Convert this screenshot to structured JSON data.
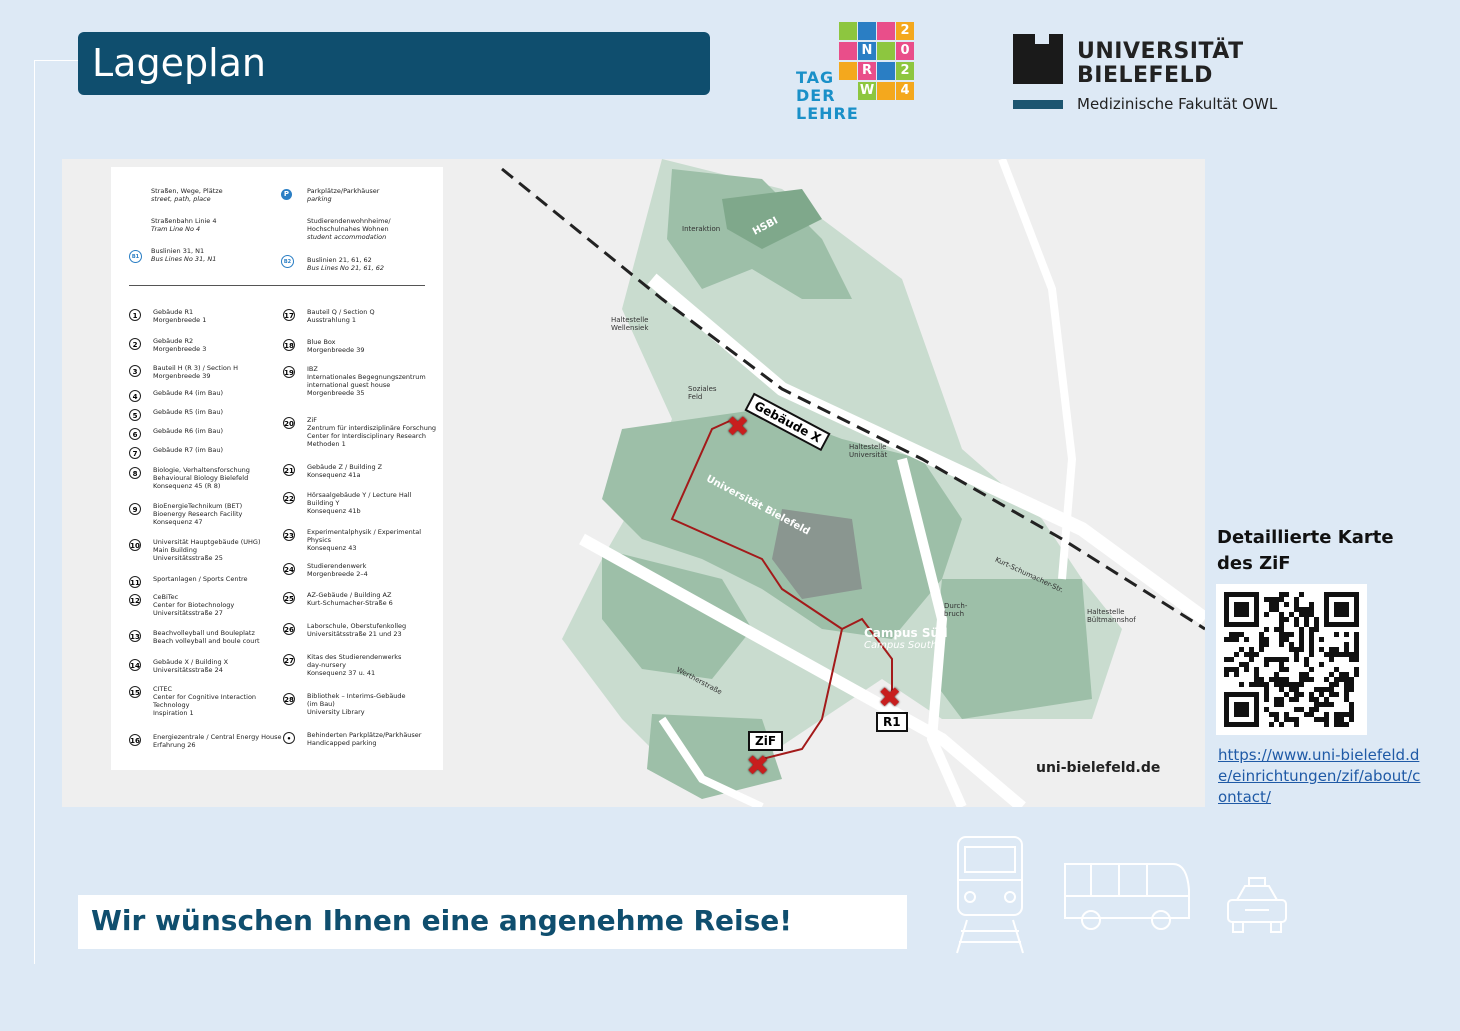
{
  "header": {
    "title": "Lageplan",
    "event_logo": {
      "words": [
        "TAG",
        "DER",
        "LEHRE"
      ],
      "tiles": [
        "N",
        "R",
        "W",
        "2",
        "0",
        "2",
        "4"
      ]
    },
    "university": {
      "name_line1": "UNIVERSITÄT",
      "name_line2": "BIELEFELD",
      "faculty": "Medizinische Fakultät OWL"
    }
  },
  "legend": {
    "top": [
      {
        "label": "Straßen, Wege, Plätze",
        "label_en": "street, path, place"
      },
      {
        "label": "Straßenbahn Linie 4",
        "label_en": "Tram Line No 4"
      },
      {
        "label": "Buslinien 31, N1",
        "label_en": "Bus Lines No 31, N1",
        "badge": "B1"
      },
      {
        "label": "Parkplätze/Parkhäuser",
        "label_en": "parking",
        "badge": "P"
      },
      {
        "label": "Studierendenwohnheime/ Hochschulnahes Wohnen",
        "label_en": "student accommodation"
      },
      {
        "label": "Buslinien 21, 61, 62",
        "label_en": "Bus Lines No 21, 61, 62",
        "badge": "B2"
      }
    ],
    "left": [
      {
        "n": "1",
        "t": "Gebäude R1",
        "s": "Morgenbreede 1"
      },
      {
        "n": "2",
        "t": "Gebäude R2",
        "s": "Morgenbreede 3"
      },
      {
        "n": "3",
        "t": "Bauteil H (R 3) / Section H",
        "s": "Morgenbreede 39"
      },
      {
        "n": "4",
        "t": "Gebäude R4 (im Bau)",
        "s": ""
      },
      {
        "n": "5",
        "t": "Gebäude R5 (im Bau)",
        "s": ""
      },
      {
        "n": "6",
        "t": "Gebäude R6 (im Bau)",
        "s": ""
      },
      {
        "n": "7",
        "t": "Gebäude R7 (im Bau)",
        "s": ""
      },
      {
        "n": "8",
        "t": "Biologie, Verhaltensforschung",
        "s": "Behavioural Biology Bielefeld",
        "s2": "Konsequenz 45 (R 8)"
      },
      {
        "n": "9",
        "t": "BioEnergieTechnikum (BET)",
        "s": "Bioenergy Research Facility",
        "s2": "Konsequenz 47"
      },
      {
        "n": "10",
        "t": "Universität Hauptgebäude (UHG)",
        "s": "Main Building",
        "s2": "Universitätsstraße 25"
      },
      {
        "n": "11",
        "t": "Sportanlagen / Sports Centre",
        "s": ""
      },
      {
        "n": "12",
        "t": "CeBiTec",
        "s": "Center for Biotechnology",
        "s2": "Universitätsstraße 27"
      },
      {
        "n": "13",
        "t": "Beachvolleyball und Bouleplatz",
        "s": "Beach volleyball and boule court"
      },
      {
        "n": "14",
        "t": "Gebäude X / Building X",
        "s": "Universitätsstraße 24"
      },
      {
        "n": "15",
        "t": "CITEC",
        "s": "Center for Cognitive Interaction Technology",
        "s2": "Inspiration 1"
      },
      {
        "n": "16",
        "t": "Energiezentrale / Central Energy House",
        "s": "Erfahrung 26"
      }
    ],
    "right": [
      {
        "n": "17",
        "t": "Bauteil Q / Section Q",
        "s": "Ausstrahlung 1"
      },
      {
        "n": "18",
        "t": "Blue Box",
        "s": "Morgenbreede 39"
      },
      {
        "n": "19",
        "t": "IBZ",
        "s": "Internationales Begegnungszentrum",
        "s2": "international guest house",
        "s3": "Morgenbreede 35"
      },
      {
        "n": "20",
        "t": "ZiF",
        "s": "Zentrum für interdisziplinäre Forschung",
        "s2": "Center for Interdisciplinary Research",
        "s3": "Methoden 1"
      },
      {
        "n": "21",
        "t": "Gebäude Z / Building Z",
        "s": "Konsequenz 41a"
      },
      {
        "n": "22",
        "t": "Hörsaalgebäude Y / Lecture Hall",
        "s": "Building Y",
        "s2": "Konsequenz 41b"
      },
      {
        "n": "23",
        "t": "Experimentalphysik / Experimental",
        "s": "Physics",
        "s2": "Konsequenz 43"
      },
      {
        "n": "24",
        "t": "Studierendenwerk",
        "s": "Morgenbreede 2–4"
      },
      {
        "n": "25",
        "t": "AZ-Gebäude / Building AZ",
        "s": "Kurt-Schumacher-Straße 6"
      },
      {
        "n": "26",
        "t": "Laborschule, Oberstufenkolleg",
        "s": "Universitätsstraße 21 und 23"
      },
      {
        "n": "27",
        "t": "Kitas des Studierendenwerks",
        "s": "day-nursery",
        "s2": "Konsequenz 37 u. 41"
      },
      {
        "n": "28",
        "t": "Bibliothek – Interims-Gebäude",
        "s": "(im Bau)",
        "s2": "University Library"
      },
      {
        "n": "•",
        "t": "Behinderten Parkplätze/Parkhäuser",
        "s": "Handicapped parking"
      }
    ]
  },
  "map": {
    "campus_label": "Campus Süd",
    "campus_label_en": "Campus South",
    "website": "uni-bielefeld.de",
    "markers": {
      "gebaeude_x": "Gebäude X",
      "r1": "R1",
      "zif": "ZiF"
    },
    "place_labels": [
      "Haltestelle Wellensiek",
      "Haltestelle Universität",
      "Haltestelle Bültmannshof",
      "Universität Bielefeld",
      "Soziales Feld",
      "Interaktion",
      "HSBI",
      "Durch-bruch",
      "Kurt-Schumacher-Str.",
      "Wertherstraße"
    ]
  },
  "sidebar": {
    "detail_title": "Detaillierte Karte des ZiF",
    "link": "https://www.uni-bielefeld.de/einrichtungen/zif/about/contact/"
  },
  "footer": {
    "greeting": "Wir wünschen Ihnen eine angenehme Reise!",
    "transport_icons": [
      "train-icon",
      "bus-icon",
      "taxi-icon"
    ]
  },
  "colors": {
    "primary": "#0f4e6e",
    "background": "#dde9f5",
    "map_green": "#9dbfa8",
    "marker_red": "#c81e1e",
    "route": "#a31a1a"
  }
}
